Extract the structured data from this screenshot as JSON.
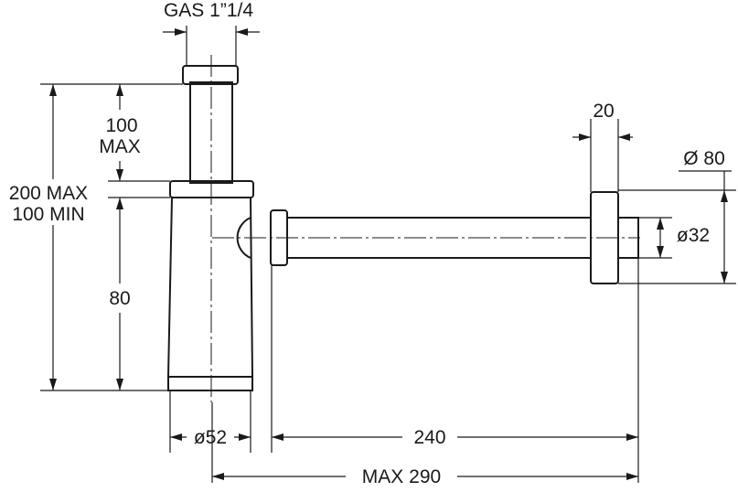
{
  "labels": {
    "thread": "GAS 1”1/4",
    "tail_length": "100",
    "tail_length_max": "MAX",
    "total_height_max": "200 MAX",
    "total_height_min": "100 MIN",
    "body_height": "80",
    "flange_thickness": "20",
    "flange_diameter": "Ø 80",
    "pipe_diameter": "ø32",
    "body_diameter": "ø52",
    "pipe_length": "240",
    "max_length": "MAX 290"
  }
}
